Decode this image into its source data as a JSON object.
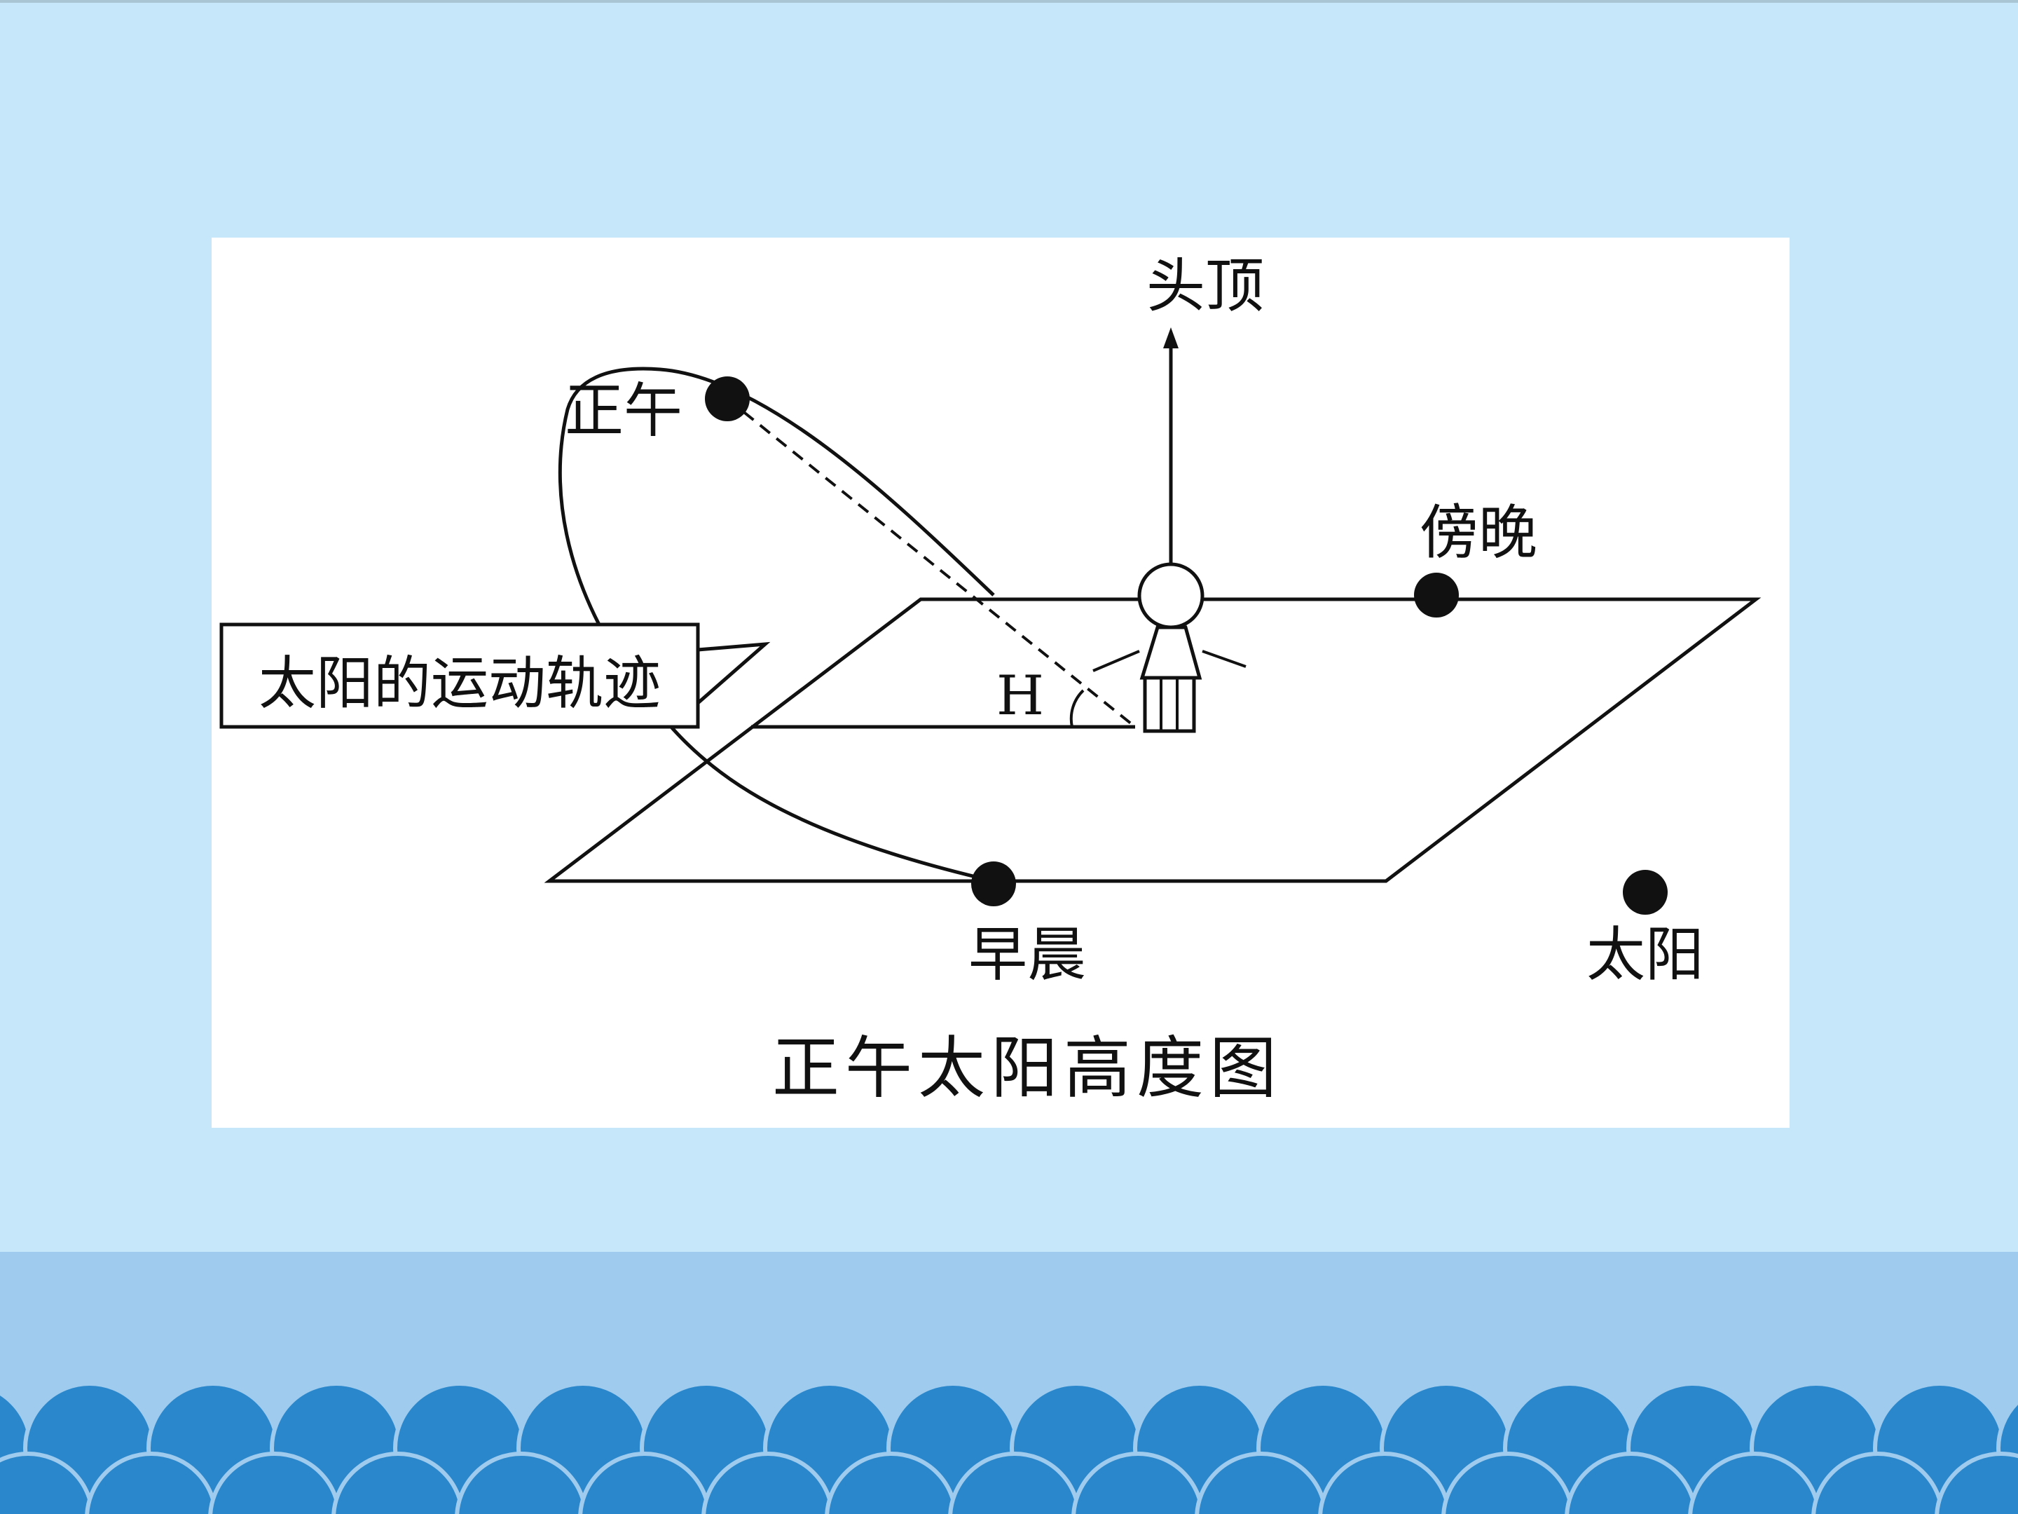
{
  "diagram": {
    "title": "正午太阳高度图",
    "labels": {
      "zenith": "头顶",
      "noon": "正午",
      "dusk": "傍晚",
      "morning": "早晨",
      "sun_legend": "太阳",
      "angle": "H",
      "path_callout": "太阳的运动轨迹"
    }
  },
  "colors": {
    "background": "#c6e7f9",
    "band": "#9ecbee",
    "waves": "#2b87cb",
    "ink": "#111111"
  }
}
